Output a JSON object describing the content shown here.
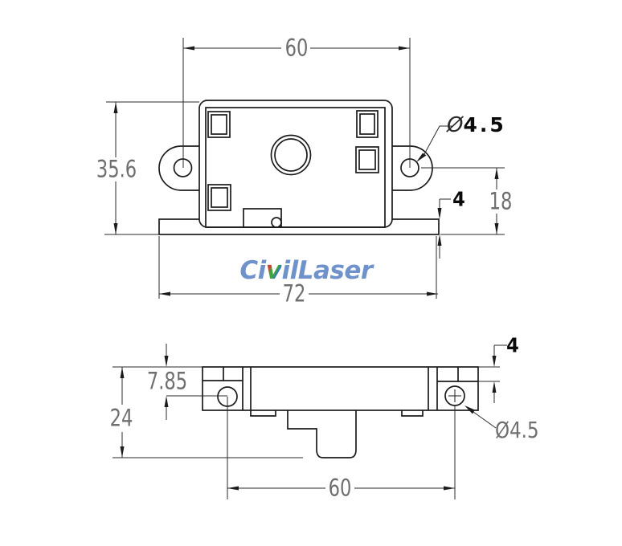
{
  "drawing": {
    "title": "laser module housing dimension drawing",
    "line_color": "#1b1b1b",
    "dim_color": "#6f6f6f",
    "background": "#ffffff"
  },
  "logo": {
    "part1": "Ci",
    "accent": "v",
    "part2": "ilLaser",
    "color": "#6f92ca"
  },
  "top_view": {
    "dims": {
      "hole_spacing": "60",
      "overall_height": "35.6",
      "hole_diameter_prefix": "Ø",
      "hole_diameter_value": "4.5",
      "base_thickness": "4",
      "hole_to_base_bottom": "18",
      "base_width": "72"
    }
  },
  "side_view": {
    "dims": {
      "overall_height": "24",
      "hole_from_top": "7.85",
      "ear_step_depth": "4",
      "hole_diameter": "Ø4.5",
      "hole_spacing": "60"
    }
  }
}
